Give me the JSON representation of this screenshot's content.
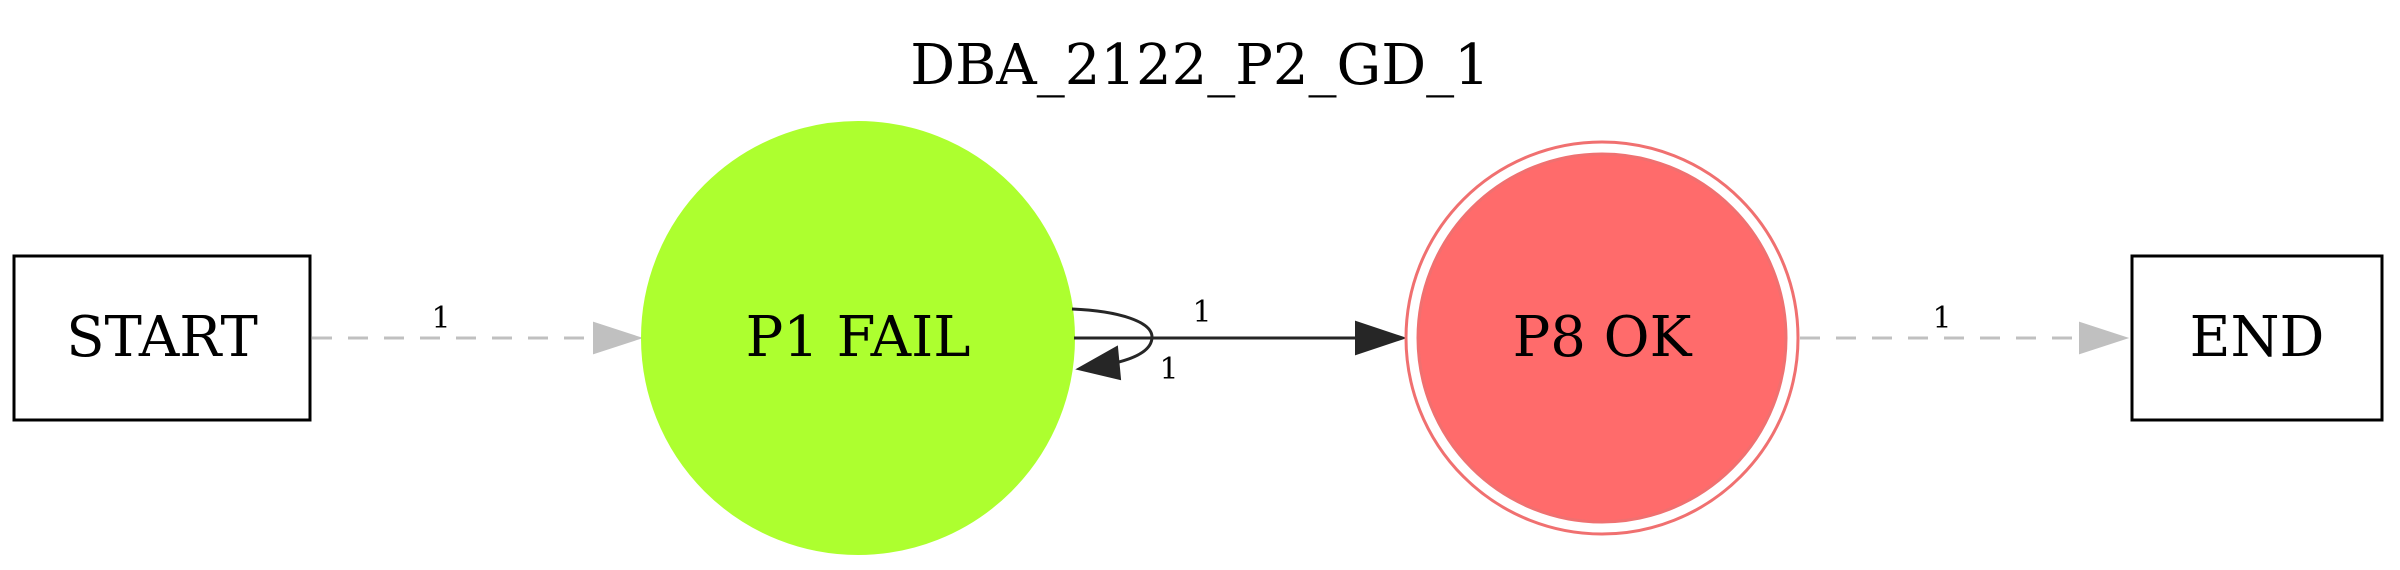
{
  "title": "DBA_2122_P2_GD_1",
  "nodes": {
    "start": {
      "label": "START"
    },
    "p1": {
      "label": "P1 FAIL",
      "fill": "#adff2f"
    },
    "p8": {
      "label": "P8 OK",
      "fill": "#ff6b6b",
      "stroke": "#f07070"
    },
    "end": {
      "label": "END"
    }
  },
  "edges": {
    "start_p1": {
      "label": "1",
      "color": "#c0c0c0",
      "style": "dashed"
    },
    "p1_self": {
      "label": "1",
      "color": "#262626",
      "style": "solid"
    },
    "p1_p8": {
      "label": "1",
      "color": "#262626",
      "style": "solid"
    },
    "p8_end": {
      "label": "1",
      "color": "#c0c0c0",
      "style": "dashed"
    }
  }
}
